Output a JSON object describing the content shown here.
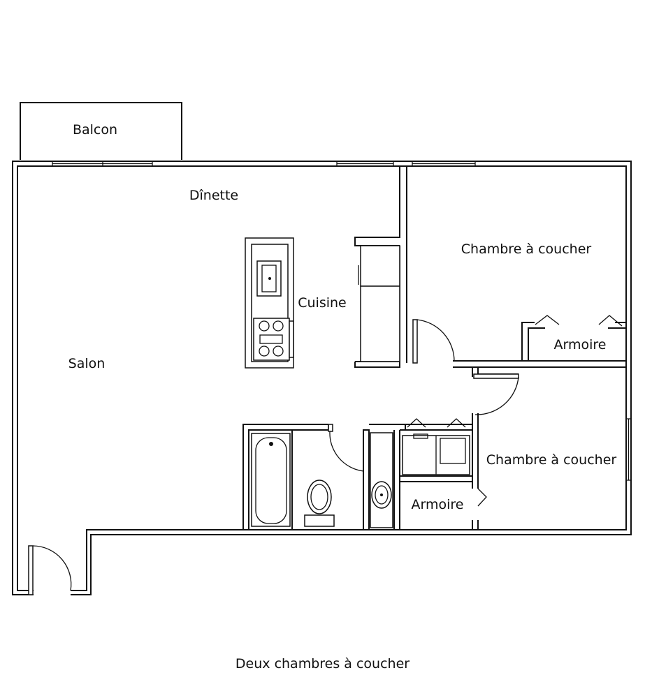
{
  "plan": {
    "rooms": {
      "balcony": "Balcon",
      "dining": "Dînette",
      "kitchen": "Cuisine",
      "living": "Salon",
      "bedroom_1": "Chambre à coucher",
      "closet_1": "Armoire",
      "bedroom_2": "Chambre à coucher",
      "closet_2": "Armoire"
    },
    "caption": "Deux chambres à coucher"
  }
}
